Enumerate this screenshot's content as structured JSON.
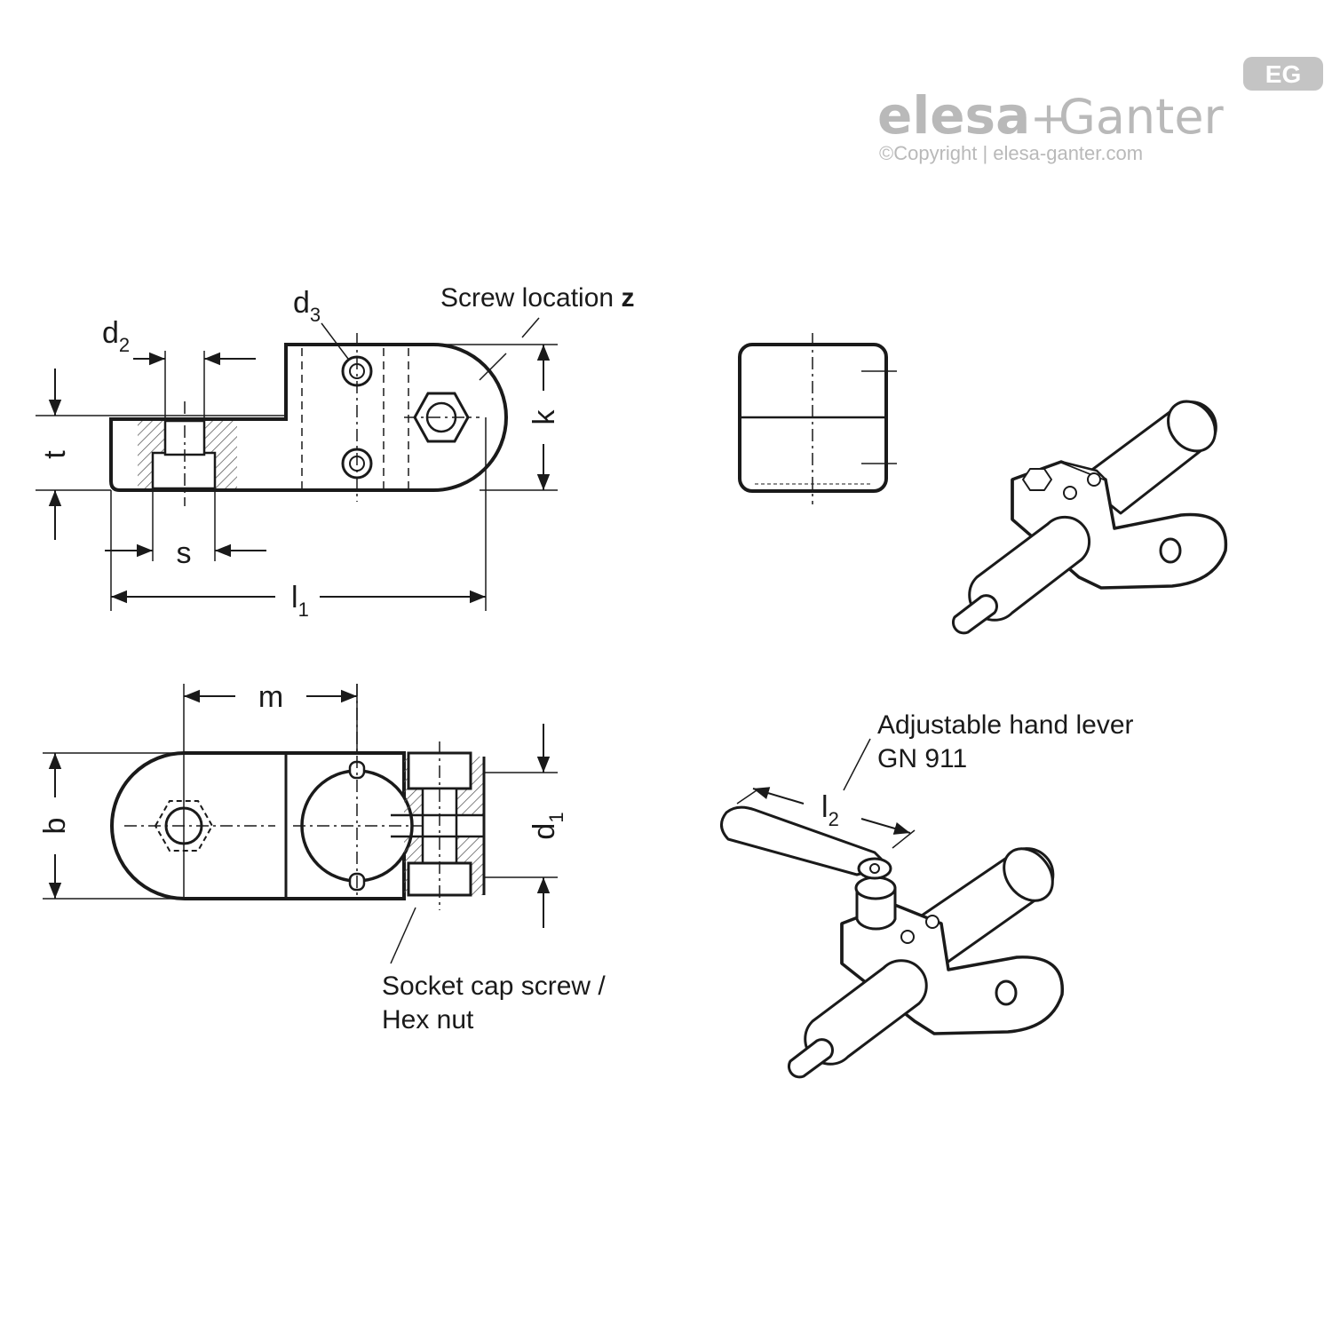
{
  "brand": {
    "name_left": "elesa",
    "plus": "+",
    "name_right": "Ganter",
    "badge": "EG",
    "copyright": "©Copyright | elesa-ganter.com"
  },
  "labels": {
    "d2": {
      "base": "d",
      "sub": "2"
    },
    "d3": {
      "base": "d",
      "sub": "3"
    },
    "d1": {
      "base": "d",
      "sub": "1"
    },
    "l1": {
      "base": "l",
      "sub": "1"
    },
    "l2": {
      "base": "l",
      "sub": "2"
    },
    "t": "t",
    "s": "s",
    "k": "k",
    "m": "m",
    "b": "b"
  },
  "notes": {
    "screw_location_prefix": "Screw location ",
    "screw_location_symbol": "z",
    "hand_lever_line1": "Adjustable hand lever",
    "hand_lever_line2": "GN 911",
    "socket_line1": "Socket cap screw /",
    "socket_line2": "Hex nut"
  }
}
